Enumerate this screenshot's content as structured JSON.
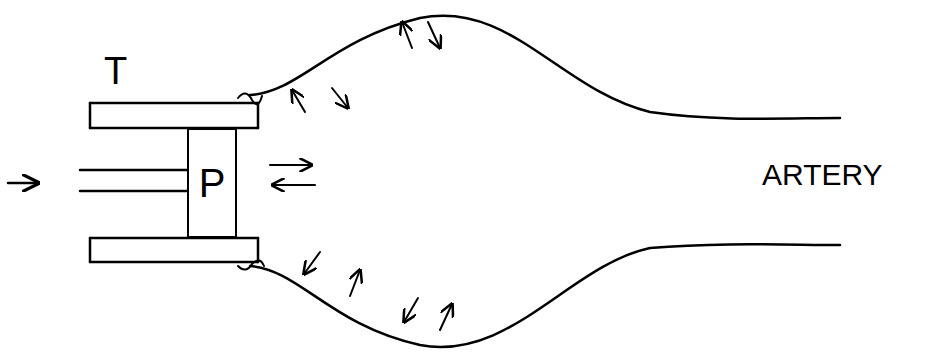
{
  "diagram": {
    "nodes": [
      {
        "text": [
          "P"
        ]
      }
    ],
    "labels": [
      "T",
      "ARTERY"
    ]
  }
}
